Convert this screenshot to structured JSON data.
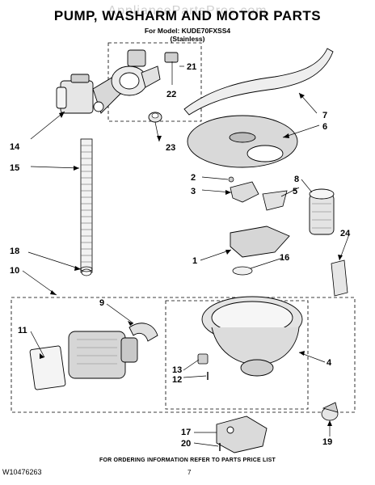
{
  "header": {
    "title": "PUMP, WASHARM AND MOTOR PARTS",
    "model_line": "For Model: KUDE70FXSS4",
    "variant_line": "(Stainless)",
    "watermark": "AppliancePartsPros.com"
  },
  "footer": {
    "note": "FOR ORDERING INFORMATION REFER TO PARTS PRICE LIST",
    "doc_number": "W10476263",
    "page_number": "7"
  },
  "callouts": {
    "c1": "1",
    "c2": "2",
    "c3": "3",
    "c4": "4",
    "c5": "5",
    "c6": "6",
    "c7": "7",
    "c8": "8",
    "c9": "9",
    "c10": "10",
    "c11": "11",
    "c12": "12",
    "c13": "13",
    "c14": "14",
    "c15": "15",
    "c16": "16",
    "c17": "17",
    "c18": "18",
    "c19": "19",
    "c20": "20",
    "c21": "21",
    "c22": "22",
    "c23": "23",
    "c24": "24"
  }
}
